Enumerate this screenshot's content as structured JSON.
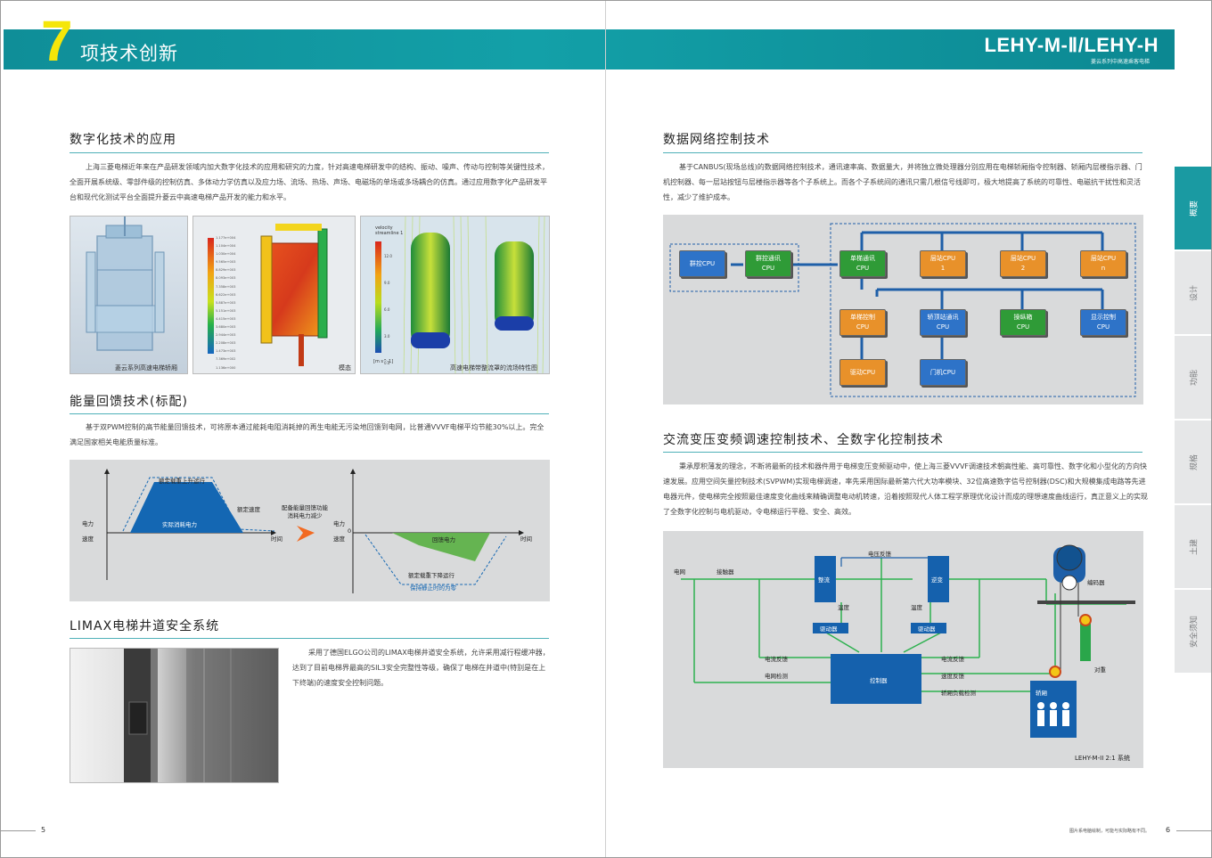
{
  "header": {
    "number": "7",
    "title": "项技术创新",
    "brand": "LEHY-M-Ⅱ/LEHY-H",
    "brand_sub": "菱云系列中高速乘客电梯"
  },
  "left": {
    "s1": {
      "title": "数字化技术的应用",
      "text": "上海三菱电梯近年来在产品研发领域内加大数字化技术的应用和研究的力度，针对高速电梯研发中的结构、振动、噪声、传动与控制等关键性技术，全面开展系统级、零部件级的控制仿真、多体动力学仿真以及应力场、流场、热场、声场、电磁场的单场或多场耦合的仿真。通过应用数字化产品研发平台和现代化测试平台全面提升菱云中高速电梯产品开发的能力和水平。",
      "captions": [
        "菱云系列高速电梯轿厢",
        "模态",
        "高速电梯带整流罩的流场特性图"
      ],
      "legend2": [
        "1.177e+004",
        "1.104e+004",
        "1.030e+004",
        "9.565e+003",
        "8.829e+003",
        "8.093e+003",
        "7.358e+003",
        "6.622e+003",
        "5.887e+003",
        "5.151e+003",
        "4.415e+003",
        "3.680e+003",
        "2.944e+003",
        "2.208e+003",
        "1.473e+003",
        "7.369e+002",
        "1.136e+000"
      ],
      "legend3": {
        "title": "velocity\nstreamline 1",
        "ticks": [
          "12.0",
          "9.0",
          "6.0",
          "3.0",
          "0.0"
        ],
        "unit": "[m s^-1]"
      }
    },
    "s2": {
      "title": "能量回馈技术(标配)",
      "text": "基于双PWM控制的高节能量回馈技术，可将原本通过能耗电阻消耗掉的再生电能无污染地回馈到电网，比普通VVVF电梯平均节能30%以上。完全满足国家相关电能质量标准。",
      "chart": {
        "up_run": "额定载重上升运行",
        "rated_speed": "额定速度",
        "actual_power": "实际消耗电力",
        "power": "电力",
        "speed": "速度",
        "time": "时间",
        "arrow_note": "配备能量回馈功能\n消耗电力减少",
        "regen_power": "回馈电力",
        "down_run": "额定载重下降运行",
        "accel_note": "保持静止时的为零",
        "zero": "0"
      }
    },
    "s3": {
      "title": "LIMAX电梯井道安全系统",
      "text": "采用了德国ELGO公司的LIMAX电梯井道安全系统，允许采用减行程缓冲器，达到了目前电梯界最高的SIL3安全完整性等级，确保了电梯在井道中(特别是在上下终端)的速度安全控制问题。"
    },
    "page_number": "5"
  },
  "right": {
    "s1": {
      "title": "数据网络控制技术",
      "text": "基于CANBUS(现场总线)的数据网络控制技术，通讯速率高、数据量大，并将独立微处理器分别应用在电梯轿厢指令控制器、轿厢内层楼指示器、门机控制器、每一层站按钮与层楼指示器等各个子系统上。而各个子系统间的通讯只需几根信号线即可，极大地提高了系统的可靠性、电磁抗干扰性和灵活性，减少了维护成本。",
      "boxes": {
        "group_cpu": "群控CPU",
        "group_comm": "群控通讯\nCPU",
        "single_comm": "单梯通讯\nCPU",
        "hall1": "层站CPU\n1",
        "hall2": "层站CPU\n2",
        "hall3": "层站CPU\nn",
        "single_ctrl": "单梯控制\nCPU",
        "car_top": "轿顶站通讯\nCPU",
        "car_panel": "操纵箱\nCPU",
        "display": "显示控制\nCPU",
        "drive": "驱动CPU",
        "door": "门机CPU"
      }
    },
    "s2": {
      "title": "交流变压变频调速控制技术、全数字化控制技术",
      "text": "秉承厚积薄发的理念，不断将最新的技术和器件用于电梯变压变频驱动中，使上海三菱VVVF调速技术朝高性能、高可靠性、数字化和小型化的方向快速发展。应用空间矢量控制技术(SVPWM)实现电梯调速，率先采用国际最新第六代大功率模块、32位高速数字信号控制器(DSC)和大规模集成电路等先进电器元件，使电梯完全按照最佳速度变化曲线来精确调整电动机转速，沿着按照现代人体工程学原理优化设计而成的理想速度曲线运行，真正意义上的实现了全数字化控制与电机驱动，令电梯运行平稳、安全、高效。",
      "diagram": {
        "grid": "电网",
        "contactor": "接触器",
        "rectifier": "整流",
        "inverter": "逆变",
        "dc_voltage": "电压反馈",
        "temp1": "温度",
        "temp2": "温度",
        "driver1": "驱动器",
        "driver2": "驱动器",
        "controller": "控制器",
        "current_fb1": "电流反馈",
        "current_fb2": "电流反馈",
        "grid_detect": "电网检测",
        "speed_fb": "速度反馈",
        "load_detect": "轿厢负载检测",
        "encoder": "编码器",
        "counterweight": "对重",
        "car": "轿厢",
        "system": "LEHY-M-II 2:1 系统"
      }
    },
    "footnote": "图片系电脑绘制，可能与实际略有不同。",
    "page_number": "6"
  },
  "tabs": [
    "概要",
    "设计",
    "功能",
    "规格",
    "土建",
    "安全须知"
  ]
}
